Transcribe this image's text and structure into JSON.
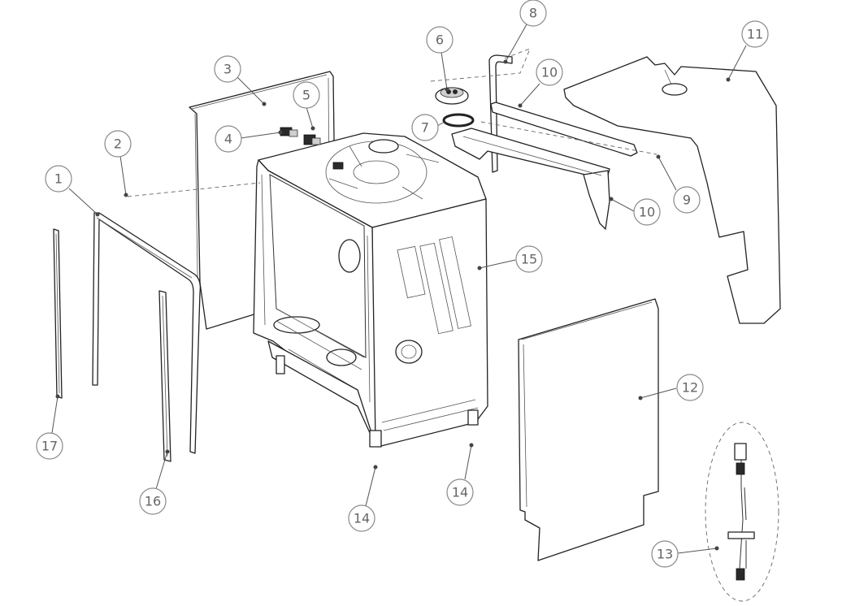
{
  "callouts": [
    {
      "id": "c1",
      "label": "1"
    },
    {
      "id": "c2",
      "label": "2"
    },
    {
      "id": "c3",
      "label": "3"
    },
    {
      "id": "c4",
      "label": "4"
    },
    {
      "id": "c5",
      "label": "5"
    },
    {
      "id": "c6",
      "label": "6"
    },
    {
      "id": "c7",
      "label": "7"
    },
    {
      "id": "c8",
      "label": "8"
    },
    {
      "id": "c9",
      "label": "9"
    },
    {
      "id": "c10a",
      "label": "10"
    },
    {
      "id": "c10b",
      "label": "10"
    },
    {
      "id": "c11",
      "label": "11"
    },
    {
      "id": "c12",
      "label": "12"
    },
    {
      "id": "c13",
      "label": "13"
    },
    {
      "id": "c14a",
      "label": "14"
    },
    {
      "id": "c14b",
      "label": "14"
    },
    {
      "id": "c15",
      "label": "15"
    },
    {
      "id": "c16",
      "label": "16"
    },
    {
      "id": "c17",
      "label": "17"
    }
  ]
}
